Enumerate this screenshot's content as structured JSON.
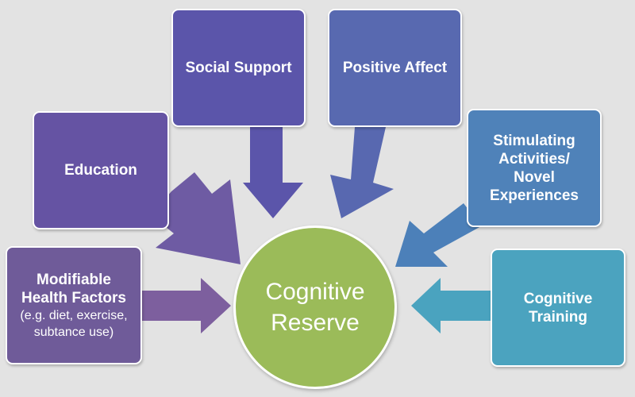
{
  "nodes": {
    "health": {
      "label": "Modifiable Health Factors",
      "detail": "(e.g. diet, exercise, subtance use)",
      "color": "#6f5b99"
    },
    "education": {
      "label": "Education",
      "color": "#6553a3"
    },
    "social": {
      "label": "Social Support",
      "color": "#5b55aa"
    },
    "affect": {
      "label": "Positive Affect",
      "color": "#5869b0"
    },
    "stimulating": {
      "label": "Stimulating Activities/ Novel Experiences",
      "color": "#4f82b9"
    },
    "training": {
      "label": "Cognitive Training",
      "color": "#4ba3bf"
    }
  },
  "center": {
    "label": "Cognitive Reserve",
    "color": "#9bbb59"
  }
}
